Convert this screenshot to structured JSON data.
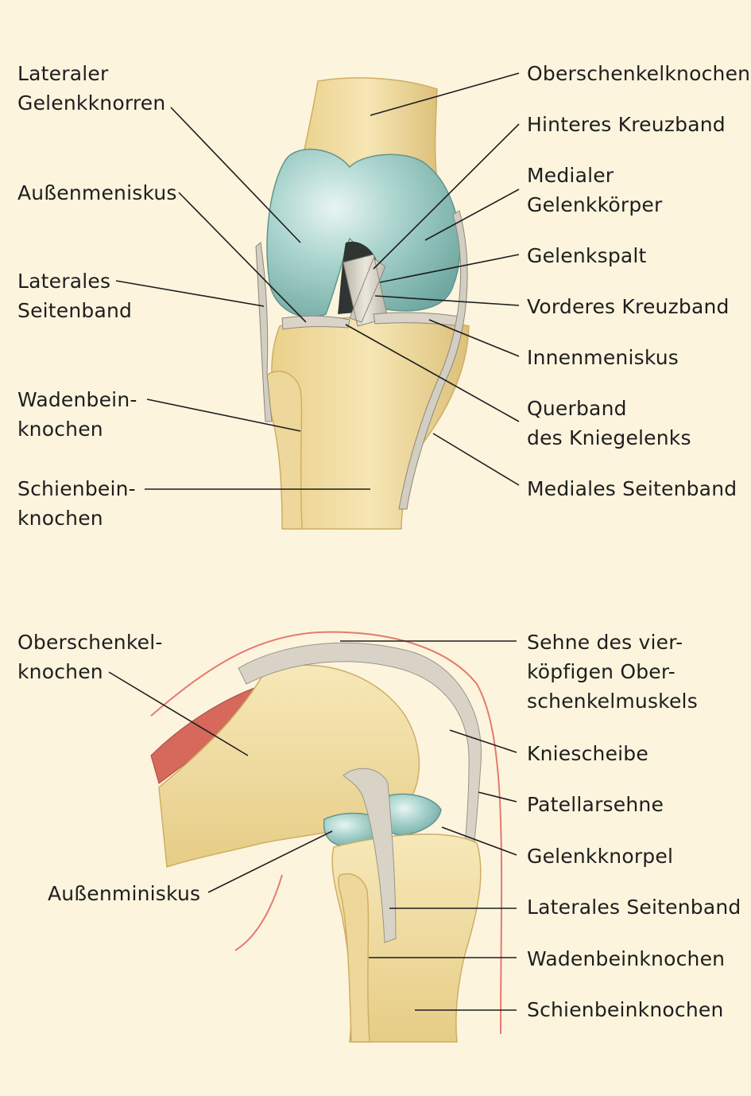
{
  "colors": {
    "background": "#fdf4de",
    "bone": "#f3e0a4",
    "bone_shade": "#dcc07a",
    "cartilage": "#a9d3cd",
    "cartilage_shade": "#6fa8a1",
    "ligament": "#d8d3c6",
    "muscle": "#d6685c",
    "skin_line": "#e47b6c",
    "leader_line": "#1e1e1e"
  },
  "front_view": {
    "labels": {
      "lateral_condyle": "Lateraler\nGelenkknorren",
      "femur": "Oberschenkelknochen",
      "lateral_meniscus": "Außenmeniskus",
      "posterior_cruciate": "Hinteres Kreuzband",
      "medial_condyle": "Medialer\nGelenkkörper",
      "lateral_collateral": "Laterales\nSeitenband",
      "joint_space": "Gelenkspalt",
      "anterior_cruciate": "Vorderes Kreuzband",
      "medial_meniscus": "Innenmeniskus",
      "fibula": "Wadenbein-\nknochen",
      "transverse_ligament": "Querband\ndes Kniegelenks",
      "tibia": "Schienbein-\nknochen",
      "medial_collateral": "Mediales Seitenband"
    }
  },
  "side_view": {
    "labels": {
      "femur": "Oberschenkel-\nknochen",
      "quadriceps_tendon": "Sehne des vier-\nköpfigen Ober-\nschenkelmuskels",
      "patella": "Kniescheibe",
      "patellar_tendon": "Patellarsehne",
      "lateral_meniscus": "Außenminiskus",
      "articular_cartilage": "Gelenkknorpel",
      "lateral_collateral": "Laterales Seitenband",
      "fibula": "Wadenbeinknochen",
      "tibia": "Schienbeinknochen"
    }
  }
}
